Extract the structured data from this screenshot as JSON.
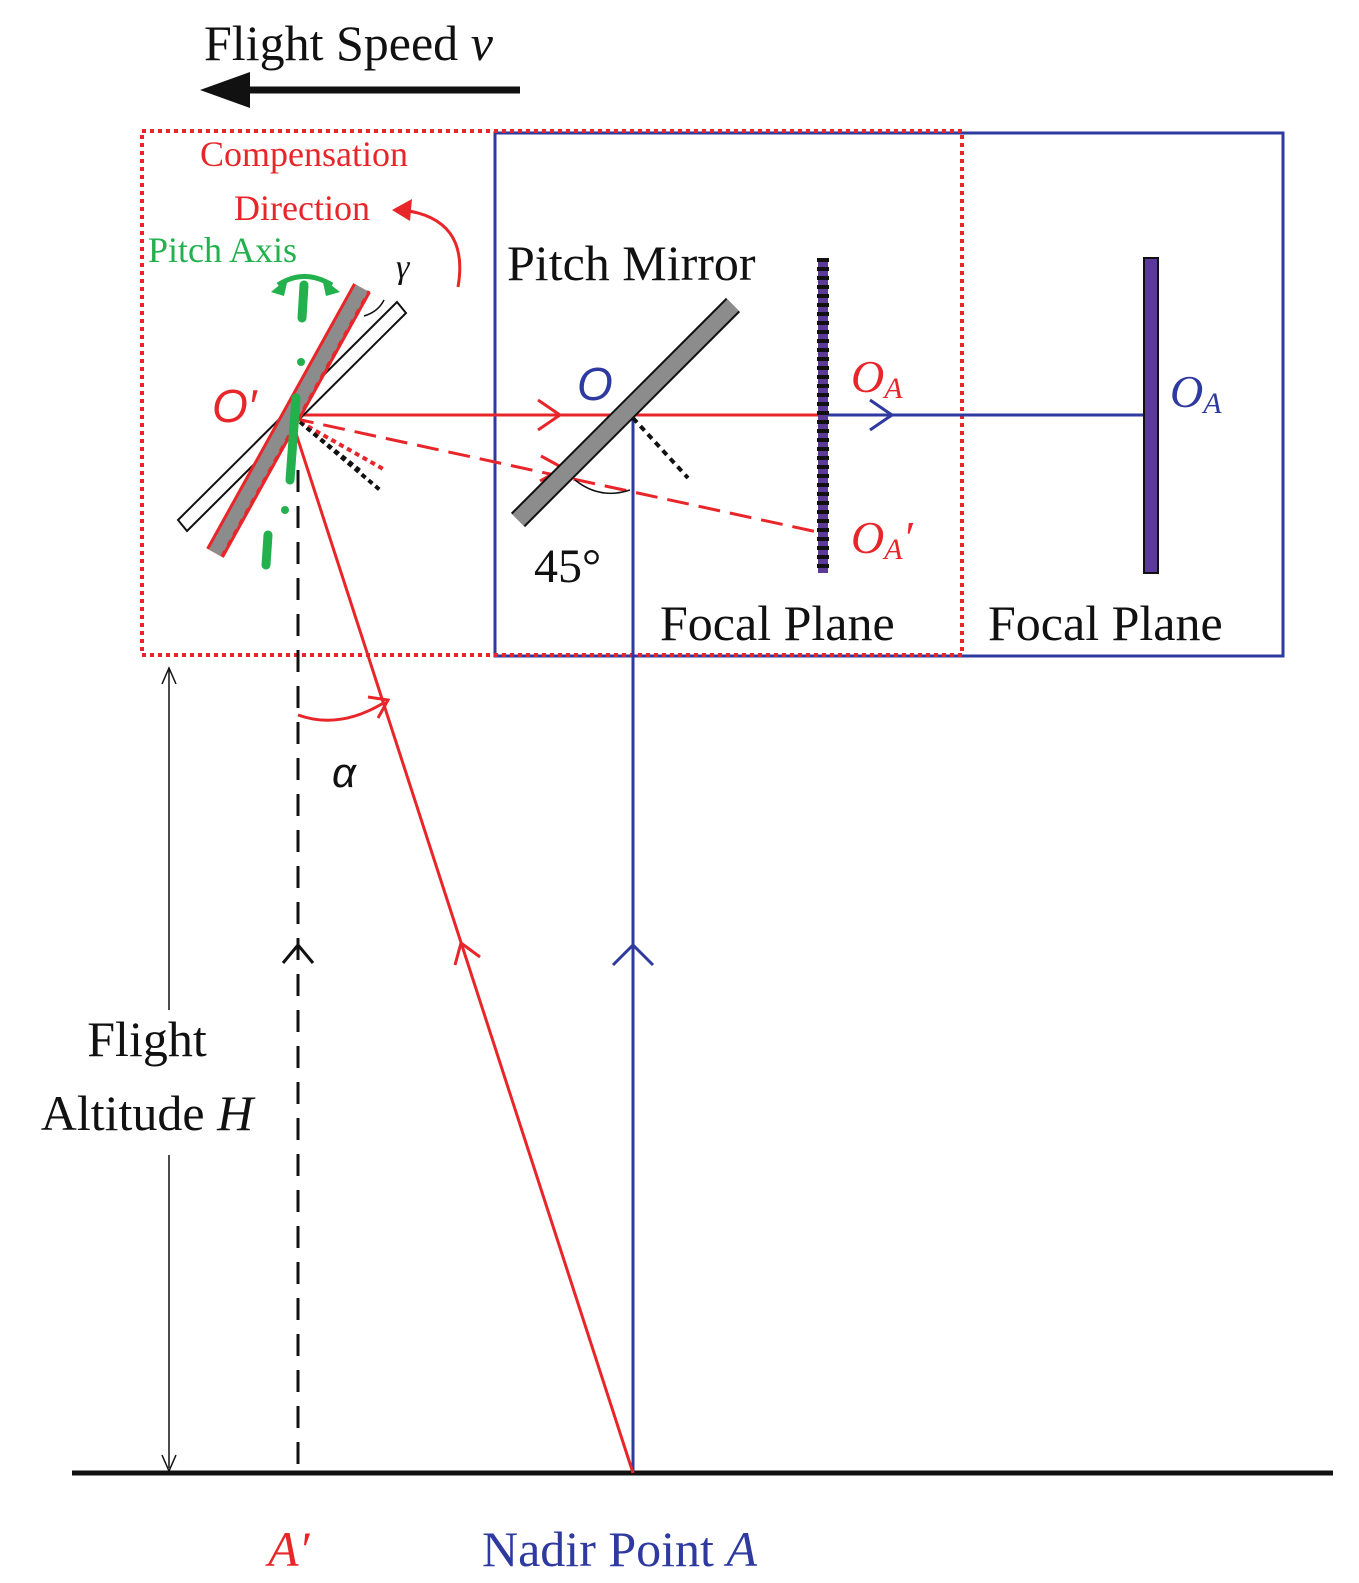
{
  "labels": {
    "flight_speed": "Flight Speed",
    "flight_speed_var": "v",
    "compensation_line1": "Compensation",
    "compensation_line2": "Direction",
    "pitch_axis": "Pitch Axis",
    "gamma": "γ",
    "pitch_mirror": "Pitch Mirror",
    "o_prime": "O′",
    "o": "O",
    "oa_red": "O",
    "oa_red_sub": "A",
    "oa_blue": "O",
    "oa_blue_sub": "A",
    "oa_prime": "O",
    "oa_prime_sub": "A",
    "oa_prime_mark": "′",
    "angle_45": "45°",
    "focal_plane_left": "Focal Plane",
    "focal_plane_right": "Focal Plane",
    "alpha": "α",
    "flight_line1": "Flight",
    "flight_line2": "Altitude",
    "flight_var": "H",
    "a_prime": "A′",
    "nadir": "Nadir Point",
    "nadir_var": "A"
  },
  "colors": {
    "red": "#e8262a",
    "blue": "#2e3a9f",
    "green": "#22b14c",
    "black": "#111111",
    "gray_mirror": "#8c8c8c",
    "purple_plane": "#5b3a9a"
  }
}
